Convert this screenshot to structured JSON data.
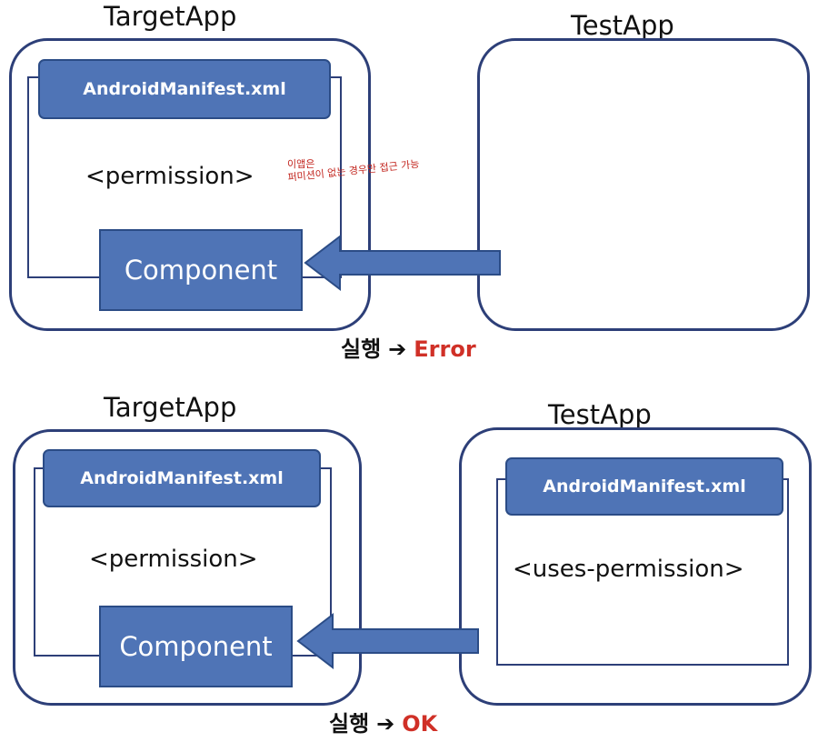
{
  "top": {
    "target_title": "TargetApp",
    "test_title": "TestApp",
    "manifest_label": "AndroidManifest.xml",
    "permission_text": "<permission>",
    "component_label": "Component",
    "handwritten_note_line1": "이앱은",
    "handwritten_note_line2": "퍼미션이 없는 경우만 접근 가능",
    "status": {
      "run": "실행",
      "arrow": "➔",
      "result": "Error"
    }
  },
  "bottom": {
    "target_title": "TargetApp",
    "test_title": "TestApp",
    "manifest_label": "AndroidManifest.xml",
    "permission_text": "<permission>",
    "component_label": "Component",
    "test_manifest_label": "AndroidManifest.xml",
    "uses_permission_text": "<uses-permission>",
    "status": {
      "run": "실행",
      "arrow": "➔",
      "result": "OK"
    }
  },
  "colors": {
    "box_outline": "#2d3f78",
    "fill_blue": "#4f74b6",
    "fill_border": "#2b4c86",
    "result_red": "#d03027",
    "note_red": "#c2241d"
  }
}
